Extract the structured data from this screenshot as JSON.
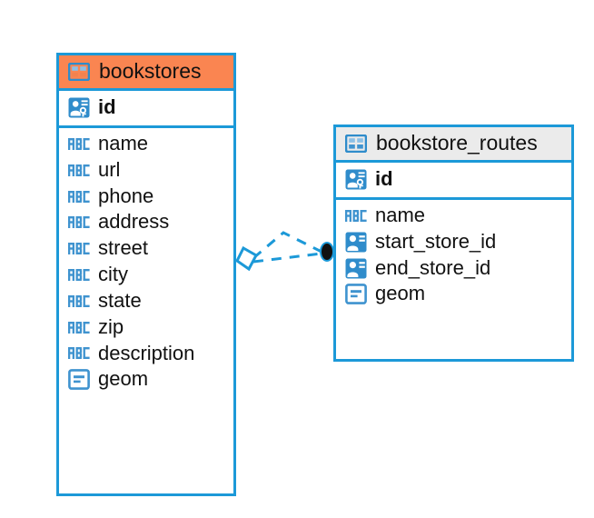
{
  "diagram": {
    "title": "bookstores / bookstore_routes ER diagram",
    "background_color": "#ffffff",
    "accent_color": "#1c99d8",
    "highlight_color": "#fa8551",
    "neutral_header_color": "#ebebeb"
  },
  "entities": [
    {
      "name": "bookstores",
      "header_style": "orange",
      "table_icon": "table-icon",
      "primary_keys": [
        {
          "label": "id",
          "icon": "primary-key-icon"
        }
      ],
      "fields": [
        {
          "label": "name",
          "icon": "abc-text-icon"
        },
        {
          "label": "url",
          "icon": "abc-text-icon"
        },
        {
          "label": "phone",
          "icon": "abc-text-icon"
        },
        {
          "label": "address",
          "icon": "abc-text-icon"
        },
        {
          "label": "street",
          "icon": "abc-text-icon"
        },
        {
          "label": "city",
          "icon": "abc-text-icon"
        },
        {
          "label": "state",
          "icon": "abc-text-icon"
        },
        {
          "label": "zip",
          "icon": "abc-text-icon"
        },
        {
          "label": "description",
          "icon": "abc-text-icon"
        },
        {
          "label": "geom",
          "icon": "geometry-icon"
        }
      ]
    },
    {
      "name": "bookstore_routes",
      "header_style": "grey",
      "table_icon": "table-icon",
      "primary_keys": [
        {
          "label": "id",
          "icon": "primary-key-icon"
        }
      ],
      "fields": [
        {
          "label": "name",
          "icon": "abc-text-icon"
        },
        {
          "label": "start_store_id",
          "icon": "foreign-key-icon"
        },
        {
          "label": "end_store_id",
          "icon": "foreign-key-icon"
        },
        {
          "label": "geom",
          "icon": "geometry-icon"
        }
      ]
    }
  ],
  "relationship": {
    "from_entity": "bookstores",
    "to_entity": "bookstore_routes",
    "from_marker": "diamond-marker",
    "to_marker": "filled-circle-marker",
    "line_style": "dashed",
    "line_color": "#1c99d8"
  }
}
